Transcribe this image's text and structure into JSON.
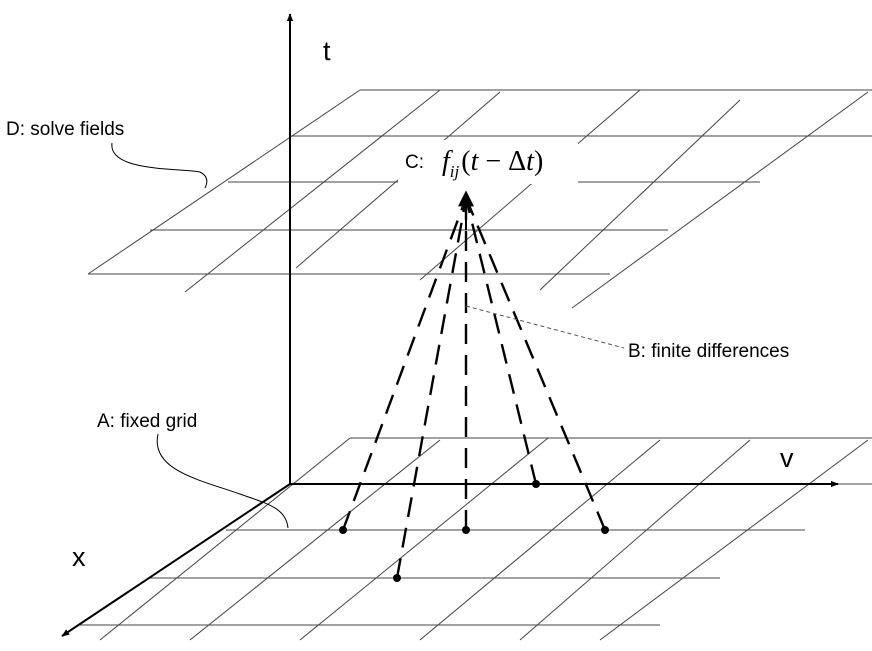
{
  "axes": {
    "t": "t",
    "x": "x",
    "v": "v"
  },
  "labels": {
    "a": "A: fixed grid",
    "b": "B: finite differences",
    "c_prefix": "C:",
    "d": "D: solve fields"
  },
  "formula": {
    "f": "f",
    "sub": "ij",
    "open": "(",
    "t": "t",
    "minus": " − ",
    "delta": "Δ",
    "t2": "t",
    "close": ")"
  }
}
